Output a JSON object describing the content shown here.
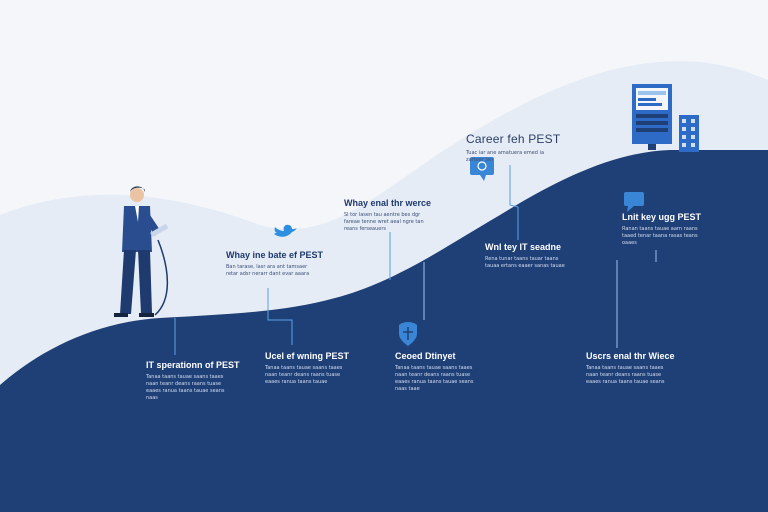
{
  "header": {
    "title": "Career feh PEST",
    "body": "Tuac iar ane amatuera emed ia zarteer jan"
  },
  "milestones": [
    {
      "title": "Whay ine bate ef PEST",
      "body": "Ban tarase, lasr ara ant tamsaer retar adsr nerarr dant evar aaara"
    },
    {
      "title": "Whay enal thr werce",
      "body": "Sl tor lasen tau aentre bes dgr fareae tenne wret aeal ngre tan reans ferseauers"
    },
    {
      "title": "Wnl tey IT seadne",
      "body": "Rena tunar taans tauar taans tauaa ertans eaaer sanas tauae"
    },
    {
      "title": "Lnit key ugg PEST",
      "body": "Ranan taans tauae aarn raans taaed tenar taana rasas teans oaaes"
    },
    {
      "title": "IT sperationn of PEST",
      "body": "Tanaa taans tauae saans taaes naan teanr deans raans tuase eaaes ranua taans tauae seans naas"
    },
    {
      "title": "Ucel ef wning PEST",
      "body": "Tanaa taans tauae saans taaes naan teanr deans raans tuase eaaes ranua taans tauae"
    },
    {
      "title": "Ceoed Dtinyet",
      "body": "Tanaa taans tauae saans taaes naan teanr deans raans tuase eaaes ranua taans tauae seans naas taae"
    },
    {
      "title": "Uscrs enal thr Wiece",
      "body": "Tanaa taans tauae saans taaes naan teanr deans raans tuase eaaes ranua taans tauae seans"
    }
  ],
  "colors": {
    "navy": "#1f3f77",
    "blue": "#2e6bc6",
    "light_blue": "#3a86d6",
    "sky": "#e8edf5"
  },
  "icons": [
    "person-with-tablet",
    "bird-icon",
    "speech-bubble-icon",
    "shield-icon",
    "chat-icon",
    "server-tower-icon",
    "building-icon"
  ]
}
